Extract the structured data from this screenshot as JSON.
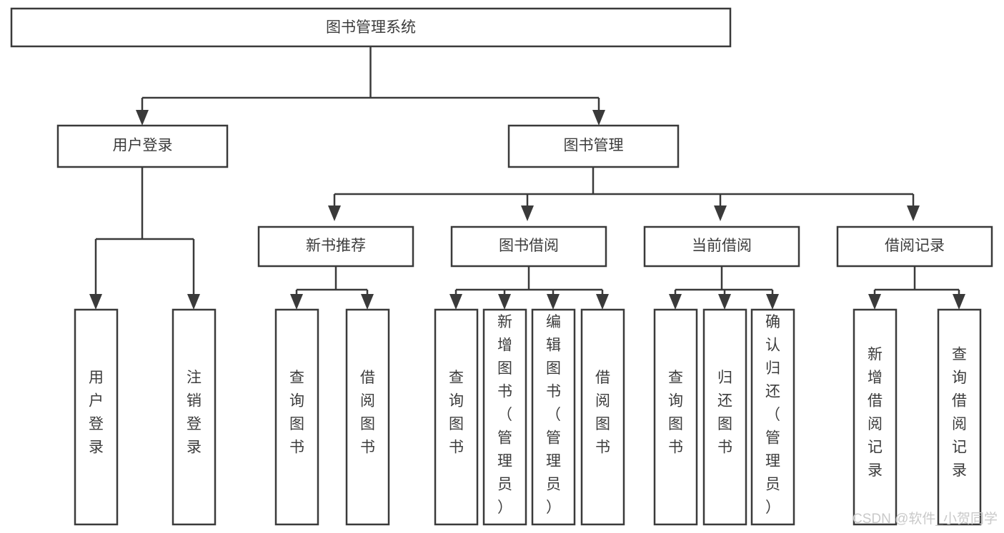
{
  "diagram": {
    "type": "tree-hierarchy",
    "orientation": "top-down",
    "root": {
      "id": "root",
      "label": "图书管理系统",
      "text_orientation": "horizontal"
    },
    "level1": [
      {
        "id": "user-login",
        "label": "用户登录",
        "text_orientation": "horizontal"
      },
      {
        "id": "book-manage",
        "label": "图书管理",
        "text_orientation": "horizontal"
      }
    ],
    "level2": [
      {
        "id": "new-book-rec",
        "label": "新书推荐",
        "parent": "book-manage",
        "text_orientation": "horizontal"
      },
      {
        "id": "book-borrow",
        "label": "图书借阅",
        "parent": "book-manage",
        "text_orientation": "horizontal"
      },
      {
        "id": "current-borrow",
        "label": "当前借阅",
        "parent": "book-manage",
        "text_orientation": "horizontal"
      },
      {
        "id": "borrow-record",
        "label": "借阅记录",
        "parent": "book-manage",
        "text_orientation": "horizontal"
      }
    ],
    "leaves": [
      {
        "id": "leaf-user-login",
        "label": "用户登录",
        "parent": "user-login",
        "chars": [
          "用",
          "户",
          "登",
          "录"
        ],
        "align": "middle"
      },
      {
        "id": "leaf-logout",
        "label": "注销登录",
        "parent": "user-login",
        "chars": [
          "注",
          "销",
          "登",
          "录"
        ],
        "align": "middle"
      },
      {
        "id": "leaf-query-book-1",
        "label": "查询图书",
        "parent": "new-book-rec",
        "chars": [
          "查",
          "询",
          "图",
          "书"
        ],
        "align": "middle"
      },
      {
        "id": "leaf-borrow-book-1",
        "label": "借阅图书",
        "parent": "new-book-rec",
        "chars": [
          "借",
          "阅",
          "图",
          "书"
        ],
        "align": "middle"
      },
      {
        "id": "leaf-query-book-2",
        "label": "查询图书",
        "parent": "book-borrow",
        "chars": [
          "查",
          "询",
          "图",
          "书"
        ],
        "align": "middle"
      },
      {
        "id": "leaf-add-book",
        "label": "新增图书（管理员）",
        "parent": "book-borrow",
        "chars": [
          "新",
          "增",
          "图",
          "书",
          "（",
          "管",
          "理",
          "员",
          "）"
        ],
        "align": "top"
      },
      {
        "id": "leaf-edit-book",
        "label": "编辑图书（管理员）",
        "parent": "book-borrow",
        "chars": [
          "编",
          "辑",
          "图",
          "书",
          "（",
          "管",
          "理",
          "员",
          "）"
        ],
        "align": "top"
      },
      {
        "id": "leaf-borrow-book-2",
        "label": "借阅图书",
        "parent": "book-borrow",
        "chars": [
          "借",
          "阅",
          "图",
          "书"
        ],
        "align": "middle"
      },
      {
        "id": "leaf-query-book-3",
        "label": "查询图书",
        "parent": "current-borrow",
        "chars": [
          "查",
          "询",
          "图",
          "书"
        ],
        "align": "middle"
      },
      {
        "id": "leaf-return-book",
        "label": "归还图书",
        "parent": "current-borrow",
        "chars": [
          "归",
          "还",
          "图",
          "书"
        ],
        "align": "middle"
      },
      {
        "id": "leaf-confirm-return",
        "label": "确认归还（管理员）",
        "parent": "current-borrow",
        "chars": [
          "确",
          "认",
          "归",
          "还",
          "（",
          "管",
          "理",
          "员",
          "）"
        ],
        "align": "top"
      },
      {
        "id": "leaf-add-record",
        "label": "新增借阅记录",
        "parent": "borrow-record",
        "chars": [
          "新",
          "增",
          "借",
          "阅",
          "记",
          "录"
        ],
        "align": "middle"
      },
      {
        "id": "leaf-query-record",
        "label": "查询借阅记录",
        "parent": "borrow-record",
        "chars": [
          "查",
          "询",
          "借",
          "阅",
          "记",
          "录"
        ],
        "align": "middle"
      }
    ]
  },
  "watermark": {
    "text": "CSDN @软件_小贺同学"
  },
  "colors": {
    "stroke": "#3a3a3a",
    "text": "#3c3c3c",
    "background": "#ffffff",
    "watermark": "#c9c9c9"
  }
}
